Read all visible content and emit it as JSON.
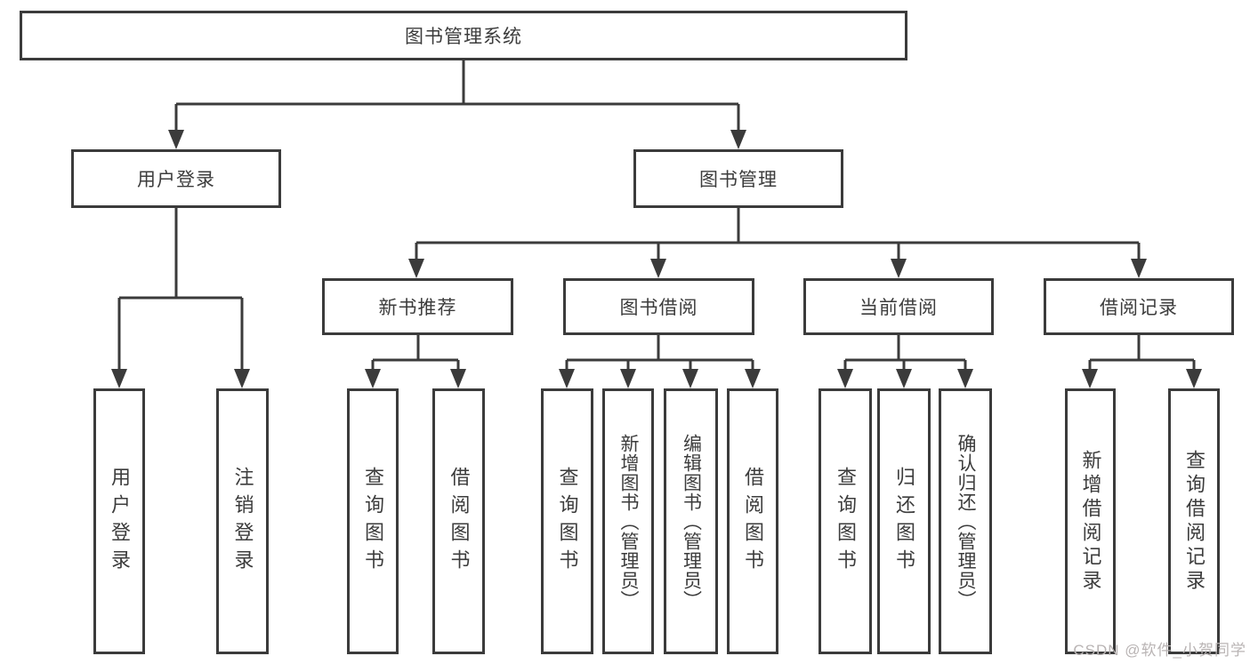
{
  "tree": {
    "root": {
      "label": "图书管理系统"
    },
    "user_login_branch": {
      "label": "用户登录",
      "children": [
        "用户登录",
        "注销登录"
      ]
    },
    "book_mgmt_branch": {
      "label": "图书管理",
      "sections": [
        {
          "label": "新书推荐",
          "children": [
            "查询图书",
            "借阅图书"
          ]
        },
        {
          "label": "图书借阅",
          "children": [
            "查询图书",
            "新增图书（管理员）",
            "编辑图书（管理员）",
            "借阅图书"
          ]
        },
        {
          "label": "当前借阅",
          "children": [
            "查询图书",
            "归还图书",
            "确认归还（管理员）"
          ]
        },
        {
          "label": "借阅记录",
          "children": [
            "新增借阅记录",
            "查询借阅记录"
          ]
        }
      ]
    }
  },
  "watermark": {
    "text": "CSDN @软件_小贺同学"
  },
  "colors": {
    "line": "#3b3b3b",
    "text": "#3c3c3c",
    "watermark": "#b9b4b4",
    "background": "#ffffff"
  }
}
